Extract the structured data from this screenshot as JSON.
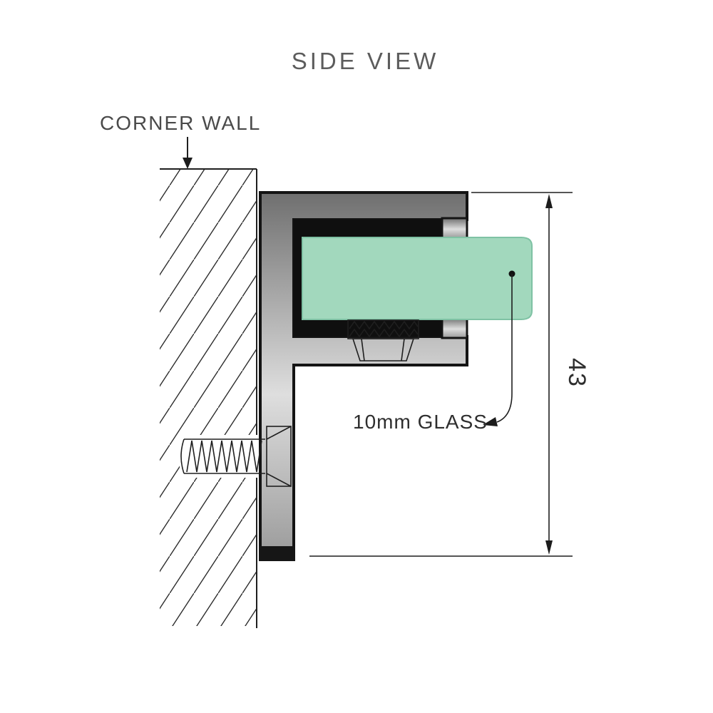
{
  "diagram": {
    "title": "SIDE VIEW",
    "corner_wall_label": "CORNER WALL",
    "glass_label": "10mm GLASS",
    "dimension_label": "43",
    "colors": {
      "glass": "#a2d8bd",
      "glass_edge": "#7fc2a4",
      "metal_dark": "#6f6f6f",
      "metal_mid": "#dedede",
      "metal_end": "#9a9a9a",
      "outline": "#141414",
      "label_text": "#4a4a4a",
      "title_text": "#5c5c5c"
    }
  }
}
